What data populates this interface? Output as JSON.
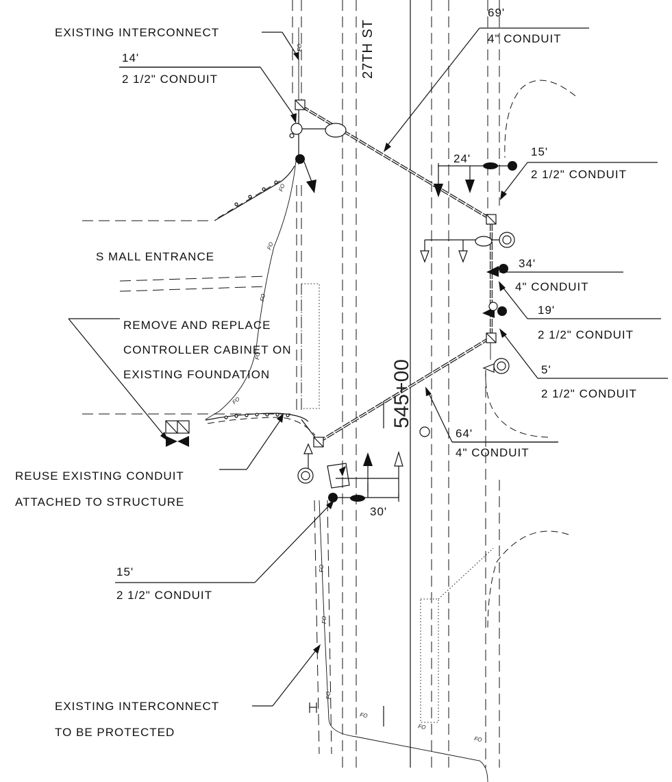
{
  "street": {
    "name": "27TH ST",
    "station": "545+00"
  },
  "area": {
    "mall_entrance": "S MALL ENTRANCE"
  },
  "notes": {
    "existing_interconnect_top": "EXISTING INTERCONNECT",
    "controller_line1": "REMOVE AND REPLACE",
    "controller_line2": "CONTROLLER CABINET ON",
    "controller_line3": "EXISTING FOUNDATION",
    "reuse_line1": "REUSE EXISTING CONDUIT",
    "reuse_line2": "ATTACHED TO STRUCTURE",
    "interconnect_bottom_line1": "EXISTING INTERCONNECT",
    "interconnect_bottom_line2": "TO BE PROTECTED"
  },
  "conduit_runs": [
    {
      "id": "run-14",
      "length": "14'",
      "size": "2 1/2\" CONDUIT"
    },
    {
      "id": "run-69",
      "length": "69'",
      "size": "4\" CONDUIT"
    },
    {
      "id": "run-15-ne",
      "length": "15'",
      "size": "2 1/2\" CONDUIT"
    },
    {
      "id": "run-34",
      "length": "34'",
      "size": "4\" CONDUIT"
    },
    {
      "id": "run-19",
      "length": "19'",
      "size": "2 1/2\" CONDUIT"
    },
    {
      "id": "run-5",
      "length": "5'",
      "size": "2 1/2\" CONDUIT"
    },
    {
      "id": "run-64",
      "length": "64'",
      "size": "4\" CONDUIT"
    },
    {
      "id": "run-15-sw",
      "length": "15'",
      "size": "2 1/2\" CONDUIT"
    }
  ],
  "dimensions": {
    "mast_arm_ne": "24'",
    "mast_arm_sw": "30'"
  },
  "line_codes": {
    "fiber_optic": "FO"
  }
}
